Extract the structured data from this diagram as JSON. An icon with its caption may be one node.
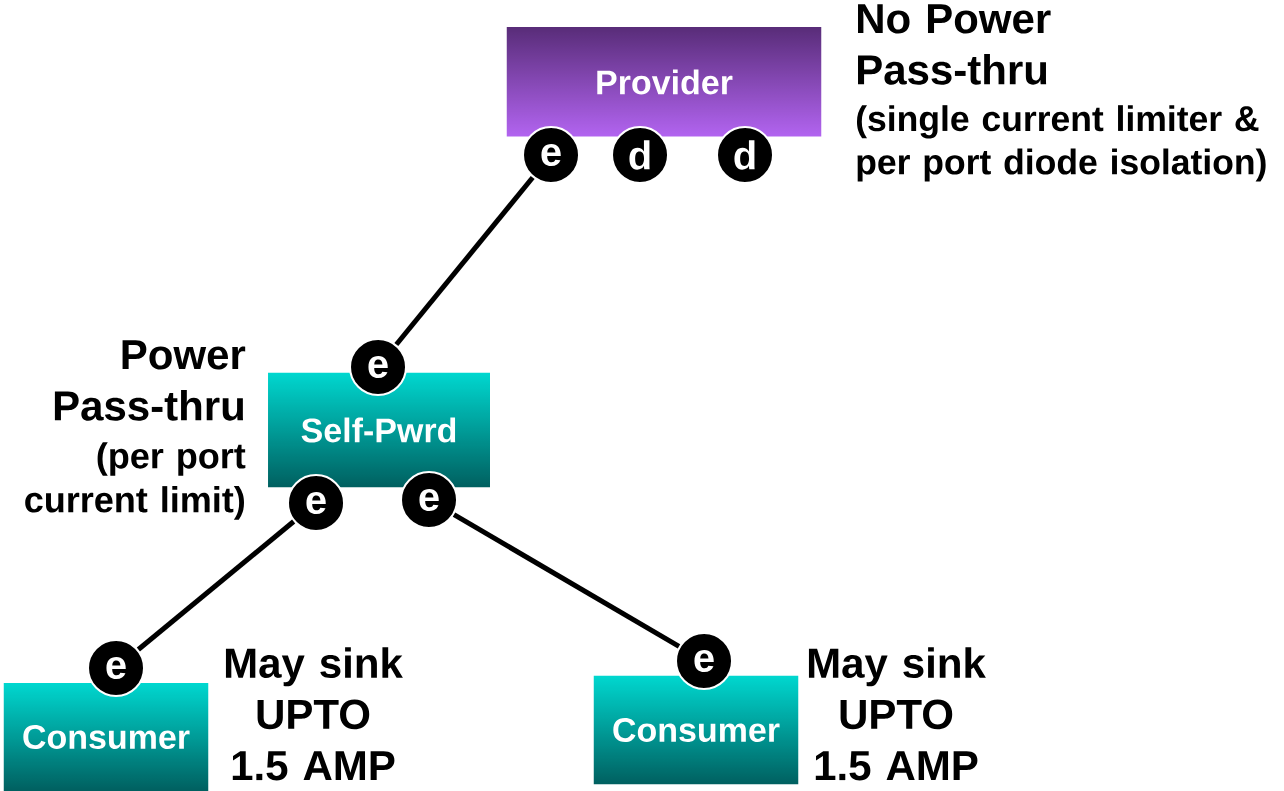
{
  "diagram": {
    "nodes": [
      {
        "text": [
          "Provider"
        ],
        "beside": [
          "No Power Pass-thru",
          "(single current limiter & per port diode isolation)"
        ]
      },
      {
        "text": [
          "e"
        ]
      },
      {
        "text": [
          "d"
        ]
      },
      {
        "text": [
          "d"
        ]
      },
      {
        "text": [
          "Self-Pwrd"
        ],
        "beside": [
          "Power Pass-thru",
          "(per port current limit)"
        ]
      },
      {
        "text": [
          "e"
        ]
      },
      {
        "text": [
          "e"
        ]
      },
      {
        "text": [
          "e"
        ]
      },
      {
        "text": [
          "Consumer"
        ],
        "beside": [
          "May sink UPTO 1.5 AMP"
        ]
      },
      {
        "text": [
          "e"
        ]
      },
      {
        "text": [
          "Consumer"
        ],
        "beside": [
          "May sink UPTO 1.5 AMP"
        ]
      },
      {
        "text": [
          "e"
        ]
      }
    ],
    "edges": [
      {
        "from": 1,
        "to": 5,
        "arrow": "none"
      },
      {
        "from": 6,
        "to": 9,
        "arrow": "none"
      },
      {
        "from": 7,
        "to": 11,
        "arrow": "none"
      }
    ]
  }
}
